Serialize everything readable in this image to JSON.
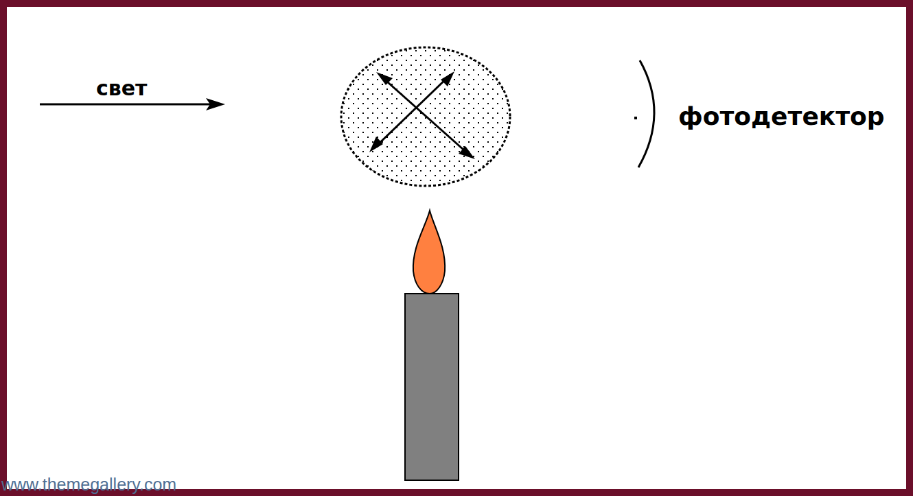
{
  "diagram": {
    "labels": [
      "свет",
      "фотодетектор",
      "www.themegallery.com"
    ]
  }
}
